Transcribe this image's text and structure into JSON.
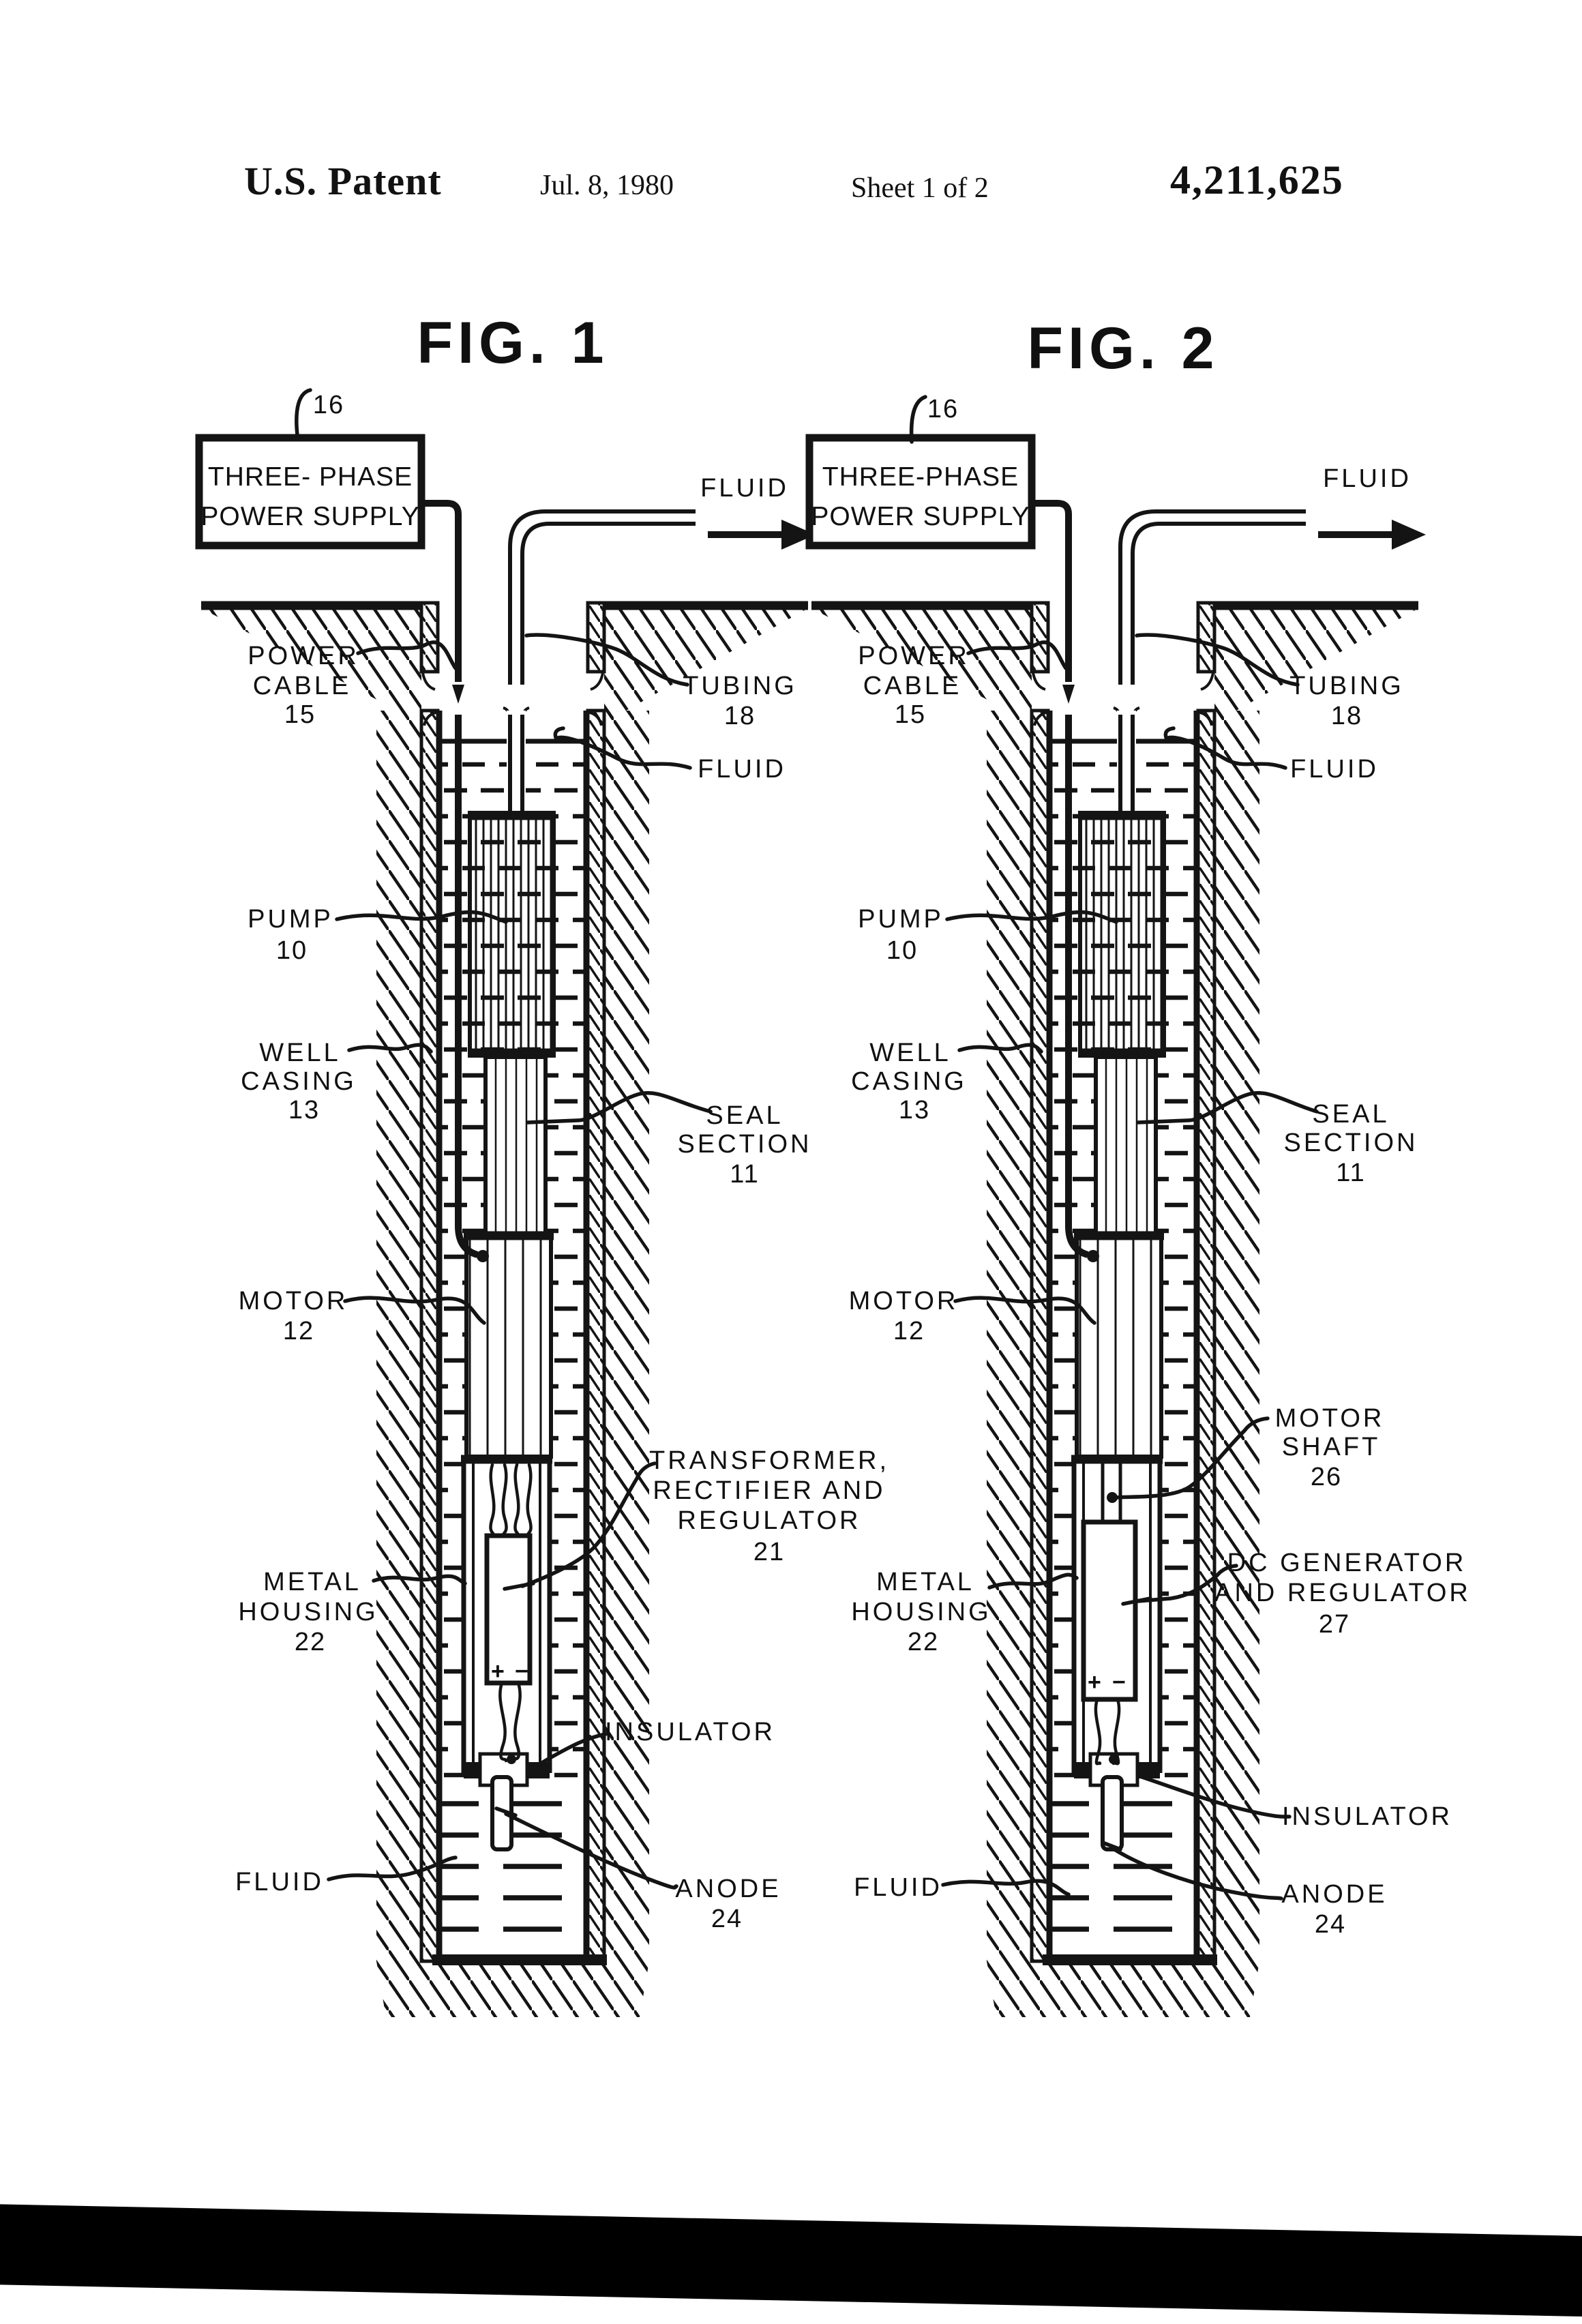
{
  "header": {
    "title": "U.S. Patent",
    "date": "Jul. 8, 1980",
    "sheet": "Sheet 1 of 2",
    "patent_number": "4,211,625"
  },
  "fig1": {
    "title": "FIG. 1",
    "power_supply_ref": "16",
    "power_supply": [
      "THREE- PHASE",
      "POWER SUPPLY"
    ],
    "fluid_out": "FLUID",
    "power_cable": [
      "POWER",
      "CABLE",
      "15"
    ],
    "tubing": [
      "TUBING",
      "18"
    ],
    "fluid_level": "FLUID",
    "pump": [
      "PUMP",
      "10"
    ],
    "well_casing": [
      "WELL",
      "CASING",
      "13"
    ],
    "seal_section": [
      "SEAL",
      "SECTION",
      "11"
    ],
    "motor": [
      "MOTOR",
      "12"
    ],
    "transformer": [
      "TRANSFORMER,",
      "RECTIFIER AND",
      "REGULATOR",
      "21"
    ],
    "metal_housing": [
      "METAL",
      "HOUSING",
      "22"
    ],
    "insulator": "INSULATOR",
    "fluid_bottom": "FLUID",
    "anode": [
      "ANODE",
      "24"
    ],
    "battery_terminals": [
      "+",
      "−"
    ]
  },
  "fig2": {
    "title": "FIG. 2",
    "power_supply_ref": "16",
    "power_supply": [
      "THREE-PHASE",
      "POWER SUPPLY"
    ],
    "fluid_out": "FLUID",
    "power_cable": [
      "POWER",
      "CABLE",
      "15"
    ],
    "tubing": [
      "TUBING",
      "18"
    ],
    "fluid_level": "FLUID",
    "pump": [
      "PUMP",
      "10"
    ],
    "well_casing": [
      "WELL",
      "CASING",
      "13"
    ],
    "seal_section": [
      "SEAL",
      "SECTION",
      "11"
    ],
    "motor": [
      "MOTOR",
      "12"
    ],
    "motor_shaft": [
      "MOTOR",
      "SHAFT",
      "26"
    ],
    "dc_generator": [
      "DC GENERATOR",
      "AND REGULATOR",
      "27"
    ],
    "metal_housing": [
      "METAL",
      "HOUSING",
      "22"
    ],
    "insulator": "INSULATOR",
    "fluid_bottom": "FLUID",
    "anode": [
      "ANODE",
      "24"
    ],
    "generator_terminals": [
      "+",
      "−"
    ]
  }
}
